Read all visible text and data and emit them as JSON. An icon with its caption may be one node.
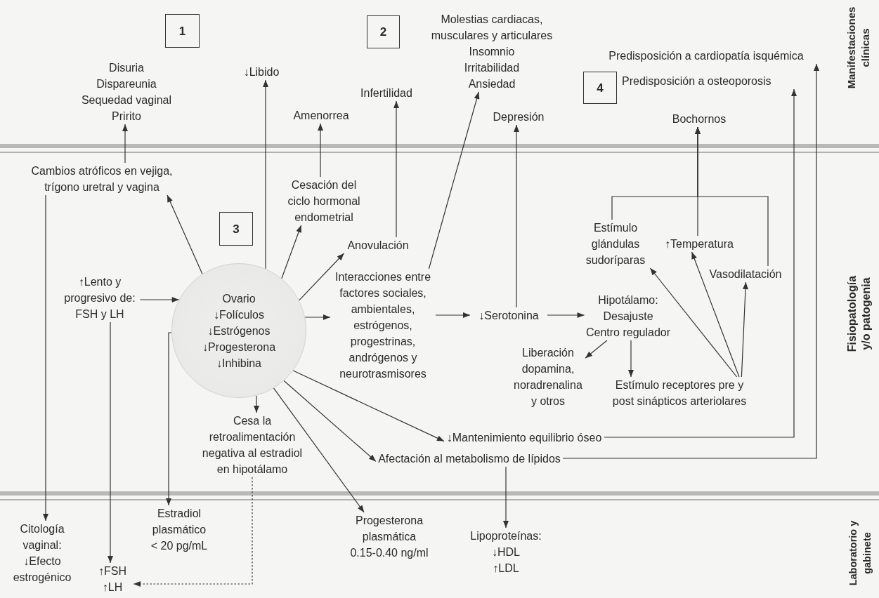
{
  "diagram": {
    "nodes": [
      {
        "text": [
          "Disuria",
          "Dispareunia",
          "Sequedad vaginal",
          "Pririto"
        ]
      },
      {
        "text": [
          "↓Libido"
        ]
      },
      {
        "text": [
          "Amenorrea"
        ]
      },
      {
        "text": [
          "Infertilidad"
        ]
      },
      {
        "text": [
          "Molestias cardiacas, musculares y articulares",
          "Insomnio",
          "Irritabilidad",
          "Ansiedad"
        ]
      },
      {
        "text": [
          "Depresión"
        ]
      },
      {
        "text": [
          "Predisposición a cardiopatía isquémica"
        ]
      },
      {
        "text": [
          "Predisposición a osteoporosis"
        ]
      },
      {
        "text": [
          "Bochornos"
        ]
      },
      {
        "text": [
          "Cambios atróficos en vejiga, trígono uretral y vagina"
        ]
      },
      {
        "text": [
          "Cesación del ciclo hormonal endometrial"
        ]
      },
      {
        "text": [
          "Anovulación"
        ]
      },
      {
        "text": [
          "↑Lento y progresivo de: FSH y LH"
        ]
      },
      {
        "text": [
          "Ovario",
          "↓Folículos",
          "↓Estrógenos",
          "↓Progesterona",
          "↓Inhibina"
        ]
      },
      {
        "text": [
          "Interacciones entre factores sociales, ambientales, estrógenos, progestrinas, andrógenos y neurotrasmisores"
        ]
      },
      {
        "text": [
          "↓Serotonina"
        ]
      },
      {
        "text": [
          "Hipotálamo:",
          "Desajuste",
          "Centro regulador"
        ]
      },
      {
        "text": [
          "Estímulo glándulas sudoríparas"
        ]
      },
      {
        "text": [
          "↑Temperatura"
        ]
      },
      {
        "text": [
          "Vasodilatación"
        ]
      },
      {
        "text": [
          "Liberación dopamina, noradrenalina y otros"
        ]
      },
      {
        "text": [
          "Estímulo receptores pre y post sinápticos arteriolares"
        ]
      },
      {
        "text": [
          "Cesa la retroalimentación negativa al estradiol en hipotálamo"
        ]
      },
      {
        "text": [
          "↓Mantenimiento equilibrio óseo"
        ]
      },
      {
        "text": [
          "Afectación al metabolismo de lípidos"
        ]
      },
      {
        "text": [
          "Citología vaginal: ↓Efecto estrogénico"
        ]
      },
      {
        "text": [
          "↑FSH",
          "↑LH"
        ]
      },
      {
        "text": [
          "Estradiol plasmático",
          "< 20 pg/mL"
        ]
      },
      {
        "text": [
          "Progesterona plasmática",
          "0.15-0.40 ng/ml"
        ]
      },
      {
        "text": [
          "Lipoproteínas:",
          "↓HDL",
          "↑LDL"
        ]
      },
      {
        "text": [
          "1"
        ]
      },
      {
        "text": [
          "2"
        ]
      },
      {
        "text": [
          "3"
        ]
      },
      {
        "text": [
          "4"
        ]
      }
    ],
    "edges": [
      {
        "from": 9,
        "to": 0,
        "arrow": "to"
      },
      {
        "from": 13,
        "to": 1,
        "arrow": "to"
      },
      {
        "from": 10,
        "to": 2,
        "arrow": "to"
      },
      {
        "from": 11,
        "to": 3,
        "arrow": "to"
      },
      {
        "from": 14,
        "to": 4,
        "arrow": "to"
      },
      {
        "from": 15,
        "to": 5,
        "arrow": "to"
      },
      {
        "from": 17,
        "to": 8,
        "arrow": "to"
      },
      {
        "from": 18,
        "to": 8,
        "arrow": "to"
      },
      {
        "from": 19,
        "to": 8,
        "arrow": "to"
      },
      {
        "from": 23,
        "to": 7,
        "arrow": "to"
      },
      {
        "from": 24,
        "to": 6,
        "arrow": "to"
      },
      {
        "from": 12,
        "to": 13,
        "arrow": "to"
      },
      {
        "from": 13,
        "to": 9,
        "arrow": "to"
      },
      {
        "from": 13,
        "to": 10,
        "arrow": "to"
      },
      {
        "from": 13,
        "to": 11,
        "arrow": "to"
      },
      {
        "from": 13,
        "to": 14,
        "arrow": "to"
      },
      {
        "from": 13,
        "to": 22,
        "arrow": "to"
      },
      {
        "from": 13,
        "to": 23,
        "arrow": "to"
      },
      {
        "from": 13,
        "to": 24,
        "arrow": "to"
      },
      {
        "from": 13,
        "to": 28,
        "arrow": "to"
      },
      {
        "from": 13,
        "to": 27,
        "arrow": "to"
      },
      {
        "from": 12,
        "to": 26,
        "arrow": "to"
      },
      {
        "from": 9,
        "to": 25,
        "arrow": "to"
      },
      {
        "from": 22,
        "to": 26,
        "arrow": "to",
        "style": "dashed"
      },
      {
        "from": 14,
        "to": 15,
        "arrow": "to"
      },
      {
        "from": 15,
        "to": 16,
        "arrow": "to"
      },
      {
        "from": 16,
        "to": 20,
        "arrow": "to"
      },
      {
        "from": 16,
        "to": 21,
        "arrow": "to"
      },
      {
        "from": 21,
        "to": 17,
        "arrow": "to"
      },
      {
        "from": 21,
        "to": 18,
        "arrow": "to"
      },
      {
        "from": 21,
        "to": 19,
        "arrow": "to"
      },
      {
        "from": 24,
        "to": 29,
        "arrow": "to"
      }
    ],
    "labels": [
      "Manifestaciones clínicas",
      "Fisiopatología y/o patogenia",
      "Laboratorio y gabinete"
    ]
  }
}
